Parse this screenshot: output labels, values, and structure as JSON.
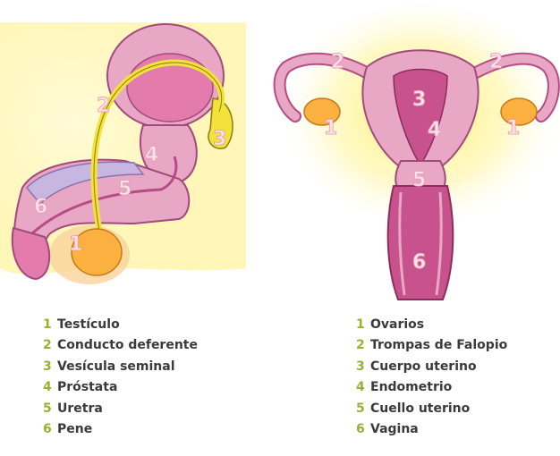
{
  "male": {
    "markers": [
      "1",
      "2",
      "3",
      "4",
      "5",
      "6"
    ],
    "legend": [
      {
        "num": "1",
        "label": "Testículo"
      },
      {
        "num": "2",
        "label": "Conducto deferente"
      },
      {
        "num": "3",
        "label": "Vesícula seminal"
      },
      {
        "num": "4",
        "label": "Próstata"
      },
      {
        "num": "5",
        "label": "Uretra"
      },
      {
        "num": "6",
        "label": "Pene"
      }
    ]
  },
  "female": {
    "markers": [
      "2",
      "2",
      "3",
      "4",
      "1",
      "1",
      "5",
      "6"
    ],
    "legend": [
      {
        "num": "1",
        "label": "Ovarios"
      },
      {
        "num": "2",
        "label": "Trompas de Falopio"
      },
      {
        "num": "3",
        "label": "Cuerpo uterino"
      },
      {
        "num": "4",
        "label": "Endometrio"
      },
      {
        "num": "5",
        "label": "Cuello uterino"
      },
      {
        "num": "6",
        "label": "Vagina"
      }
    ]
  },
  "colors": {
    "background_glow": "#fff6b8",
    "tissue_pink": "#e9a7c6",
    "tissue_dark": "#b64b85",
    "bladder_inner": "#e37cad",
    "duct_yellow": "#f2e23a",
    "gonad_orange": "#fbb040",
    "penis_lilac": "#c6b6e0",
    "legend_number": "#8fb531",
    "legend_text": "#3a3a3a"
  }
}
